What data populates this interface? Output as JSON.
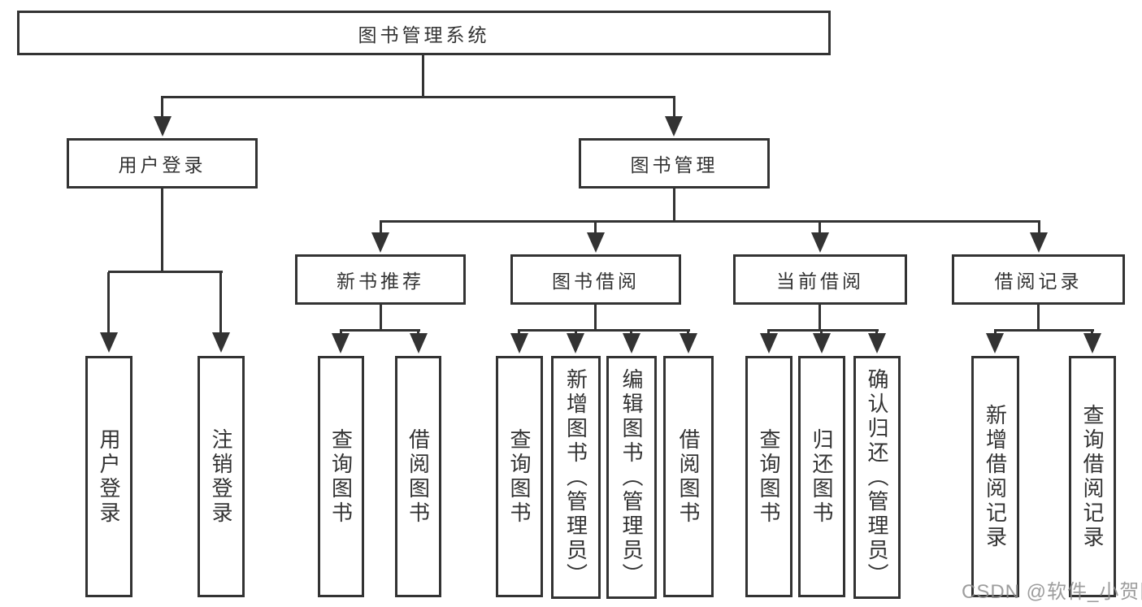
{
  "nodes": {
    "root": "图书管理系统",
    "user_login": "用户登录",
    "book_mgmt": "图书管理",
    "ul_login": "用户登录",
    "ul_logout": "注销登录",
    "new_book_rec": "新书推荐",
    "book_borrow": "图书借阅",
    "current_borrow": "当前借阅",
    "borrow_record": "借阅记录",
    "nb_query_book": "查询图书",
    "nb_borrow_book": "借阅图书",
    "bb_query_book": "查询图书",
    "bb_add_book": "新增图书（管理员）",
    "bb_edit_book": "编辑图书（管理员）",
    "bb_borrow_book": "借阅图书",
    "cb_query_book": "查询图书",
    "cb_return_book": "归还图书",
    "cb_confirm_return": "确认归还（管理员）",
    "br_add_record": "新增借阅记录",
    "br_query_record": "查询借阅记录"
  },
  "hierarchy": {
    "图书管理系统": {
      "用户登录": [
        "用户登录",
        "注销登录"
      ],
      "图书管理": {
        "新书推荐": [
          "查询图书",
          "借阅图书"
        ],
        "图书借阅": [
          "查询图书",
          "新增图书（管理员）",
          "编辑图书（管理员）",
          "借阅图书"
        ],
        "当前借阅": [
          "查询图书",
          "归还图书",
          "确认归还（管理员）"
        ],
        "借阅记录": [
          "新增借阅记录",
          "查询借阅记录"
        ]
      }
    }
  },
  "watermark": "CSDN @软件_小贺同学",
  "colors": {
    "line": "#333333",
    "box_background": "#ffffff",
    "text": "#333333",
    "watermark": "#8c8c8c"
  }
}
